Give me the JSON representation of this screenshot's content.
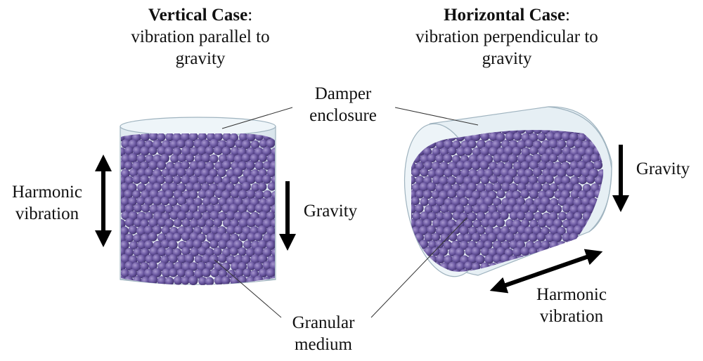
{
  "vertical": {
    "heading_bold": "Vertical Case",
    "heading_colon": ":",
    "line1": "vibration parallel to",
    "line2": "gravity"
  },
  "horizontal": {
    "heading_bold": "Horizontal Case",
    "heading_colon": ":",
    "line1": "vibration perpendicular to",
    "line2": "gravity"
  },
  "labels": {
    "damper_1": "Damper",
    "damper_2": "enclosure",
    "harmonic_left_1": "Harmonic",
    "harmonic_left_2": "vibration",
    "gravity_left": "Gravity",
    "gravity_right": "Gravity",
    "harmonic_right_1": "Harmonic",
    "harmonic_right_2": "vibration",
    "granular_1": "Granular",
    "granular_2": "medium"
  },
  "colors": {
    "particle": "#6e5aa0",
    "particle_dark": "#4a3878",
    "particle_light": "#9a88c8",
    "enclosure_fill": "#e4eef3",
    "enclosure_stroke": "#8aa2b0",
    "arrow": "#000000"
  }
}
